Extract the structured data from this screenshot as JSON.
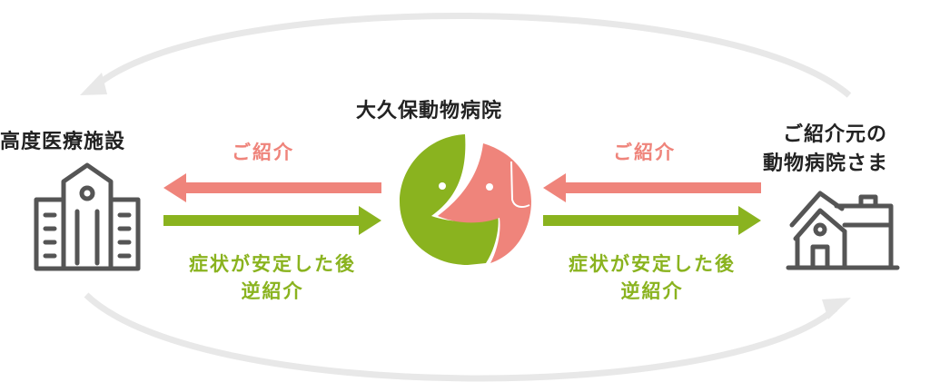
{
  "center": {
    "title": "大久保動物病院"
  },
  "left": {
    "title": "高度医療施設"
  },
  "right": {
    "title_line1": "ご紹介元の",
    "title_line2": "動物病院さま"
  },
  "arrows": {
    "referral": "ご紹介",
    "return_line1": "症状が安定した後",
    "return_line2": "逆紹介"
  },
  "colors": {
    "green": "#8ab31f",
    "pink": "#ef847b",
    "icon": "#555555",
    "arc": "#e8e8e8"
  }
}
